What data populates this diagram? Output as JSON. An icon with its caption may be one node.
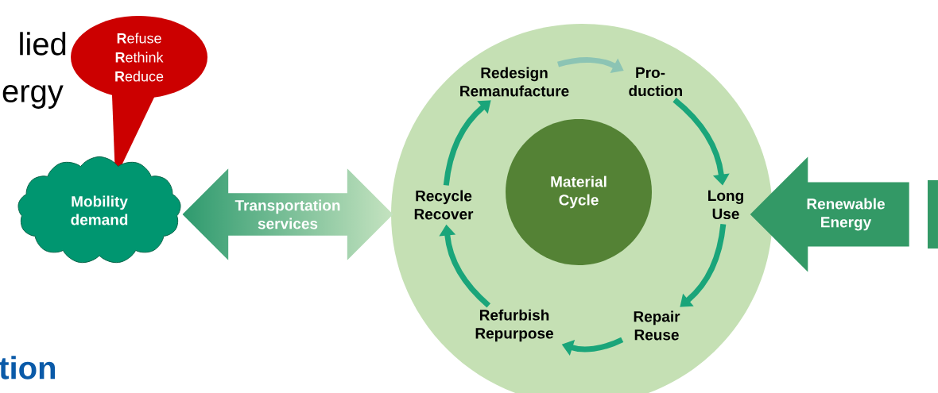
{
  "diagram": {
    "nodes": [
      {
        "text": [
          "**R**efuse **R**ethink **R**educe"
        ]
      },
      {
        "text": [
          "Mobility demand"
        ]
      },
      {
        "text": [],
        "shape": "circle"
      },
      {
        "text": [
          "Material Cycle"
        ],
        "in": 2
      },
      {
        "text": [
          "Redesign Remanufacture"
        ],
        "in": 2
      },
      {
        "text": [
          "Pro- duction"
        ],
        "in": 2
      },
      {
        "text": [
          "Long Use"
        ],
        "in": 2
      },
      {
        "text": [
          "Repair Reuse"
        ],
        "in": 2
      },
      {
        "text": [
          "Refurbish Repurpose"
        ],
        "in": 2
      },
      {
        "text": [
          "Recycle Recover"
        ],
        "in": 2
      },
      {
        "text": [
          "Transportation services"
        ]
      },
      {
        "text": [
          "Renewable Energy"
        ]
      }
    ],
    "edges": [
      {
        "from": 4,
        "to": 5,
        "arrow": "to",
        "color": "#8cc4b4"
      },
      {
        "from": 5,
        "to": 6,
        "arrow": "to"
      },
      {
        "from": 6,
        "to": 7,
        "arrow": "to"
      },
      {
        "from": 7,
        "to": 8,
        "arrow": "to"
      },
      {
        "from": 8,
        "to": 9,
        "arrow": "to"
      },
      {
        "from": 9,
        "to": 4,
        "arrow": "to"
      }
    ],
    "labels": [
      "lied",
      "ergy",
      "tion"
    ]
  }
}
